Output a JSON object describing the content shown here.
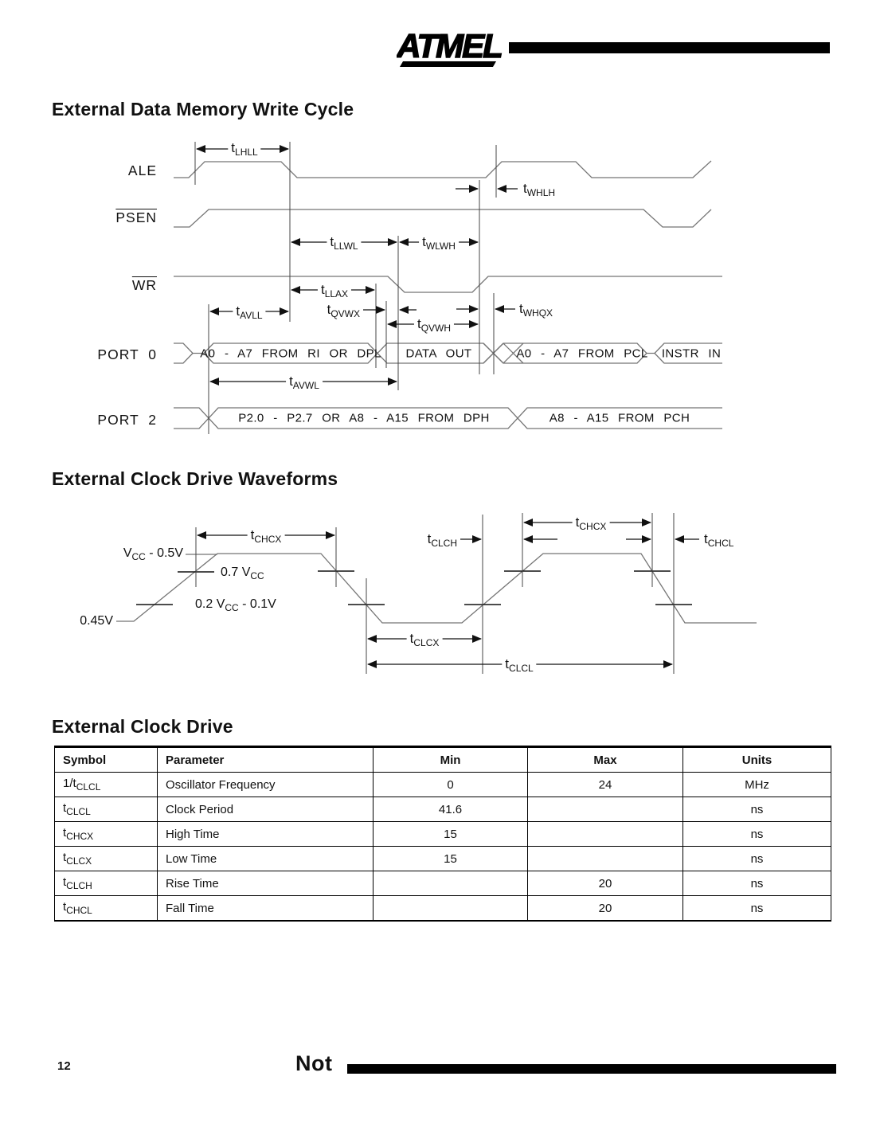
{
  "header": {
    "logo_text": "ATMEL"
  },
  "titles": {
    "write_cycle": "External Data Memory Write Cycle",
    "clock_waveforms": "External Clock Drive Waveforms",
    "clock_drive": "External Clock Drive"
  },
  "write_cycle_diagram": {
    "signal_labels": {
      "ale": "ALE",
      "psen": "PSEN",
      "wr": "WR",
      "port0": "PORT 0",
      "port2": "PORT 2"
    },
    "timing_labels": {
      "tLHLL": [
        {
          "t": "t"
        },
        {
          "t": "LHLL",
          "sub": true
        }
      ],
      "tWHLH": [
        {
          "t": "t"
        },
        {
          "t": "WHLH",
          "sub": true
        }
      ],
      "tLLWL": [
        {
          "t": "t"
        },
        {
          "t": "LLWL",
          "sub": true
        }
      ],
      "tWLWH": [
        {
          "t": "t"
        },
        {
          "t": "WLWH",
          "sub": true
        }
      ],
      "tLLAX": [
        {
          "t": "t"
        },
        {
          "t": "LLAX",
          "sub": true
        }
      ],
      "tAVLL": [
        {
          "t": "t"
        },
        {
          "t": "AVLL",
          "sub": true
        }
      ],
      "tQVWX": [
        {
          "t": "t"
        },
        {
          "t": "QVWX",
          "sub": true
        }
      ],
      "tQVWH": [
        {
          "t": "t"
        },
        {
          "t": "QVWH",
          "sub": true
        }
      ],
      "tWHQX": [
        {
          "t": "t"
        },
        {
          "t": "WHQX",
          "sub": true
        }
      ],
      "tAVWL": [
        {
          "t": "t"
        },
        {
          "t": "AVWL",
          "sub": true
        }
      ]
    },
    "bus_labels": {
      "p0_addr": "A0 - A7 FROM RI OR DPL",
      "p0_data": "DATA OUT",
      "p0_pcl": "A0 - A7 FROM PCL",
      "p0_instr": "INSTR IN",
      "p2_dph": "P2.0 - P2.7 OR A8 - A15 FROM DPH",
      "p2_pch": "A8 - A15 FROM PCH"
    }
  },
  "clock_diagram": {
    "timing_labels": {
      "tCHCX_left": [
        {
          "t": "t"
        },
        {
          "t": "CHCX",
          "sub": true
        }
      ],
      "tCLCH": [
        {
          "t": "t"
        },
        {
          "t": "CLCH",
          "sub": true
        }
      ],
      "tCHCX_right": [
        {
          "t": "t"
        },
        {
          "t": "CHCX",
          "sub": true
        }
      ],
      "tCHCL": [
        {
          "t": "t"
        },
        {
          "t": "CHCL",
          "sub": true
        }
      ],
      "tCLCX": [
        {
          "t": "t"
        },
        {
          "t": "CLCX",
          "sub": true
        }
      ],
      "tCLCL": [
        {
          "t": "t"
        },
        {
          "t": "CLCL",
          "sub": true
        }
      ]
    },
    "level_labels": {
      "vcc_minus": [
        {
          "t": "V"
        },
        {
          "t": "CC",
          "sub": true
        },
        {
          "t": " -  0.5V"
        }
      ],
      "v07": [
        {
          "t": "0.7 V"
        },
        {
          "t": "CC",
          "sub": true
        }
      ],
      "v02": [
        {
          "t": "0.2  V"
        },
        {
          "t": "CC",
          "sub": true
        },
        {
          "t": " -  0.1V"
        }
      ],
      "v045": "0.45V"
    }
  },
  "table": {
    "headers": [
      "Symbol",
      "Parameter",
      "Min",
      "Max",
      "Units"
    ],
    "rows": [
      {
        "symbol": [
          {
            "t": "1/t"
          },
          {
            "t": "CLCL",
            "sub": true
          }
        ],
        "parameter": "Oscillator Frequency",
        "min": "0",
        "max": "24",
        "units": "MHz"
      },
      {
        "symbol": [
          {
            "t": "t"
          },
          {
            "t": "CLCL",
            "sub": true
          }
        ],
        "parameter": "Clock Period",
        "min": "41.6",
        "max": "",
        "units": "ns"
      },
      {
        "symbol": [
          {
            "t": "t"
          },
          {
            "t": "CHCX",
            "sub": true
          }
        ],
        "parameter": "High Time",
        "min": "15",
        "max": "",
        "units": "ns"
      },
      {
        "symbol": [
          {
            "t": "t"
          },
          {
            "t": "CLCX",
            "sub": true
          }
        ],
        "parameter": "Low Time",
        "min": "15",
        "max": "",
        "units": "ns"
      },
      {
        "symbol": [
          {
            "t": "t"
          },
          {
            "t": "CLCH",
            "sub": true
          }
        ],
        "parameter": "Rise Time",
        "min": "",
        "max": "20",
        "units": "ns"
      },
      {
        "symbol": [
          {
            "t": "t"
          },
          {
            "t": "CHCL",
            "sub": true
          }
        ],
        "parameter": "Fall Time",
        "min": "",
        "max": "20",
        "units": "ns"
      }
    ]
  },
  "footer": {
    "page_number": "12",
    "partial_word": "Not"
  }
}
